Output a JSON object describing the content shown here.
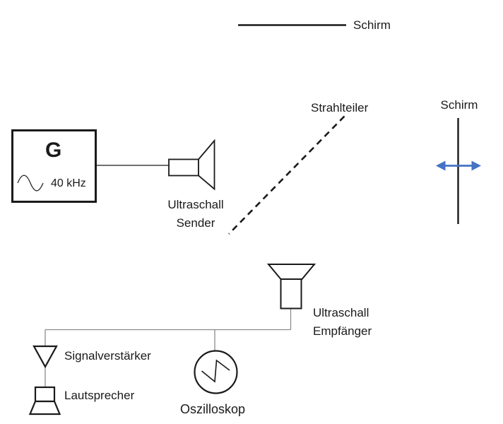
{
  "labels": {
    "screen_top": "Schirm",
    "beam_splitter": "Strahlteiler",
    "screen_right": "Schirm",
    "generator_letter": "G",
    "generator_frequency": "40 kHz",
    "transmitter_line1": "Ultraschall",
    "transmitter_line2": "Sender",
    "receiver_line1": "Ultraschall",
    "receiver_line2": "Empfänger",
    "amplifier": "Signalverstärker",
    "loudspeaker": "Lautsprecher",
    "oscilloscope": "Oszilloskop"
  },
  "icons": {
    "generator_wave": "sine-wave-icon",
    "transmitter": "speaker-horn-right-icon",
    "receiver": "speaker-horn-up-icon",
    "amplifier": "triangle-down-icon",
    "loudspeaker": "loudspeaker-down-icon",
    "oscilloscope": "circle-sawtooth-icon",
    "movement": "blue-double-arrow-icon"
  },
  "colors": {
    "ink": "#1a1a1a",
    "wire_gray": "#8c8c8c",
    "arrow_blue": "#4472c4",
    "background": "#ffffff"
  }
}
